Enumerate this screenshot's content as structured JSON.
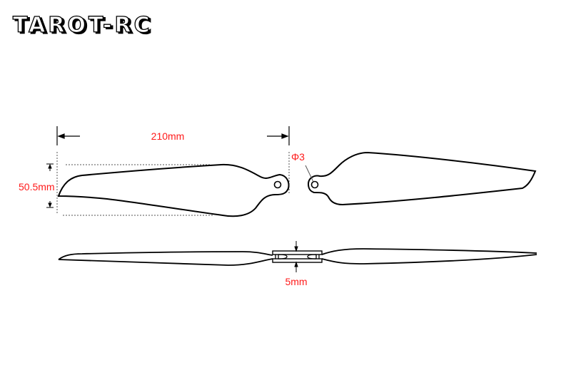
{
  "logo": {
    "text": "TAROT-RC"
  },
  "dimensions": {
    "length": "210mm",
    "width": "50.5mm",
    "hole_diameter": "Φ3",
    "hub_thickness": "5mm"
  },
  "colors": {
    "dimension_text": "#ff1a1a",
    "outline": "#000000"
  }
}
